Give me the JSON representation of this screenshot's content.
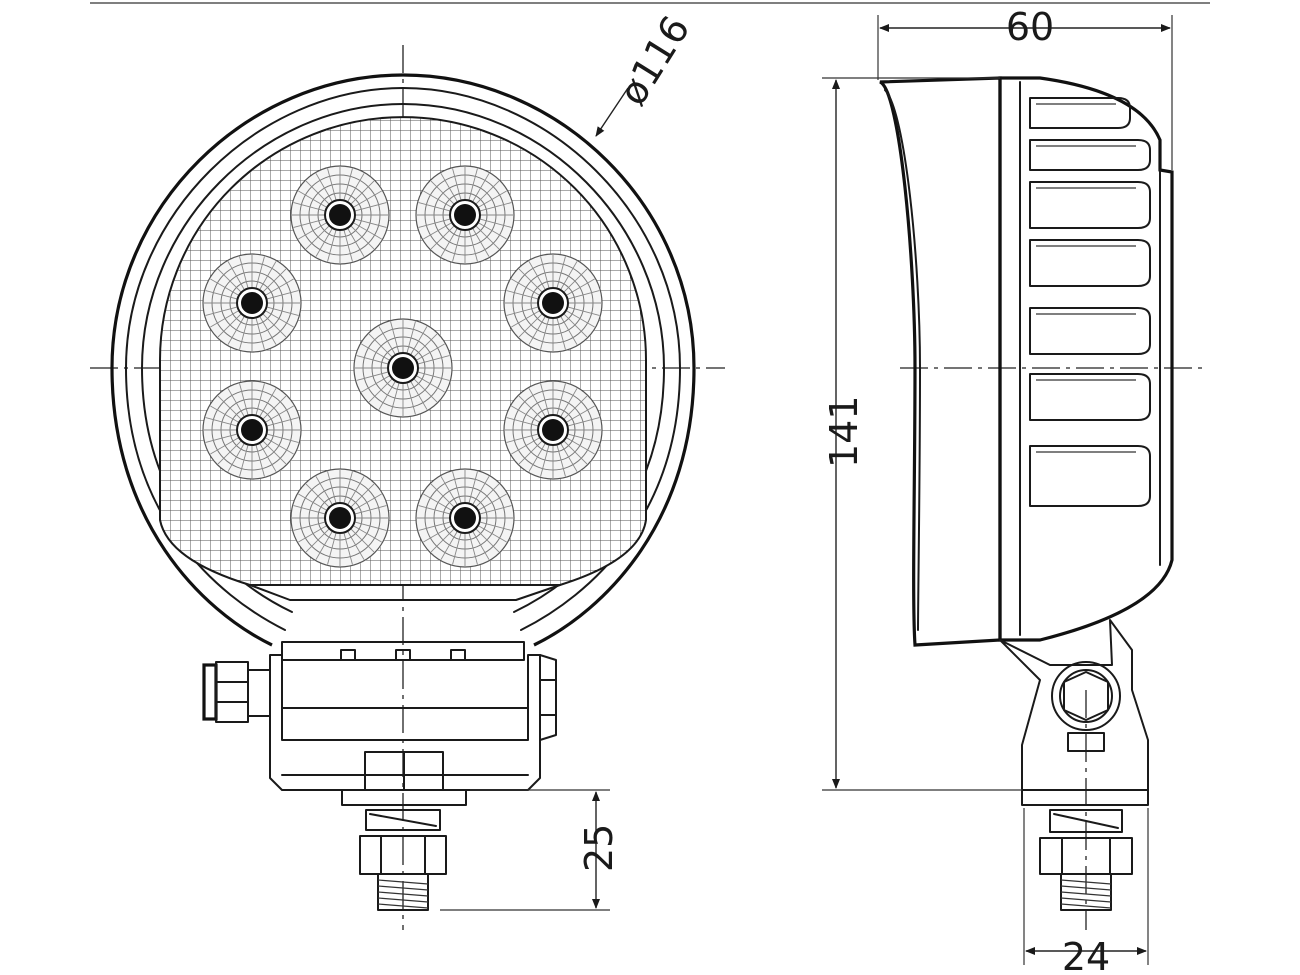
{
  "dimensions": {
    "diameter": "ø116",
    "depth": "60",
    "height": "141",
    "stud_length": "25",
    "bracket_width": "24"
  },
  "led_count": 9,
  "colors": {
    "line": "#1a1a1a",
    "background": "#ffffff"
  }
}
